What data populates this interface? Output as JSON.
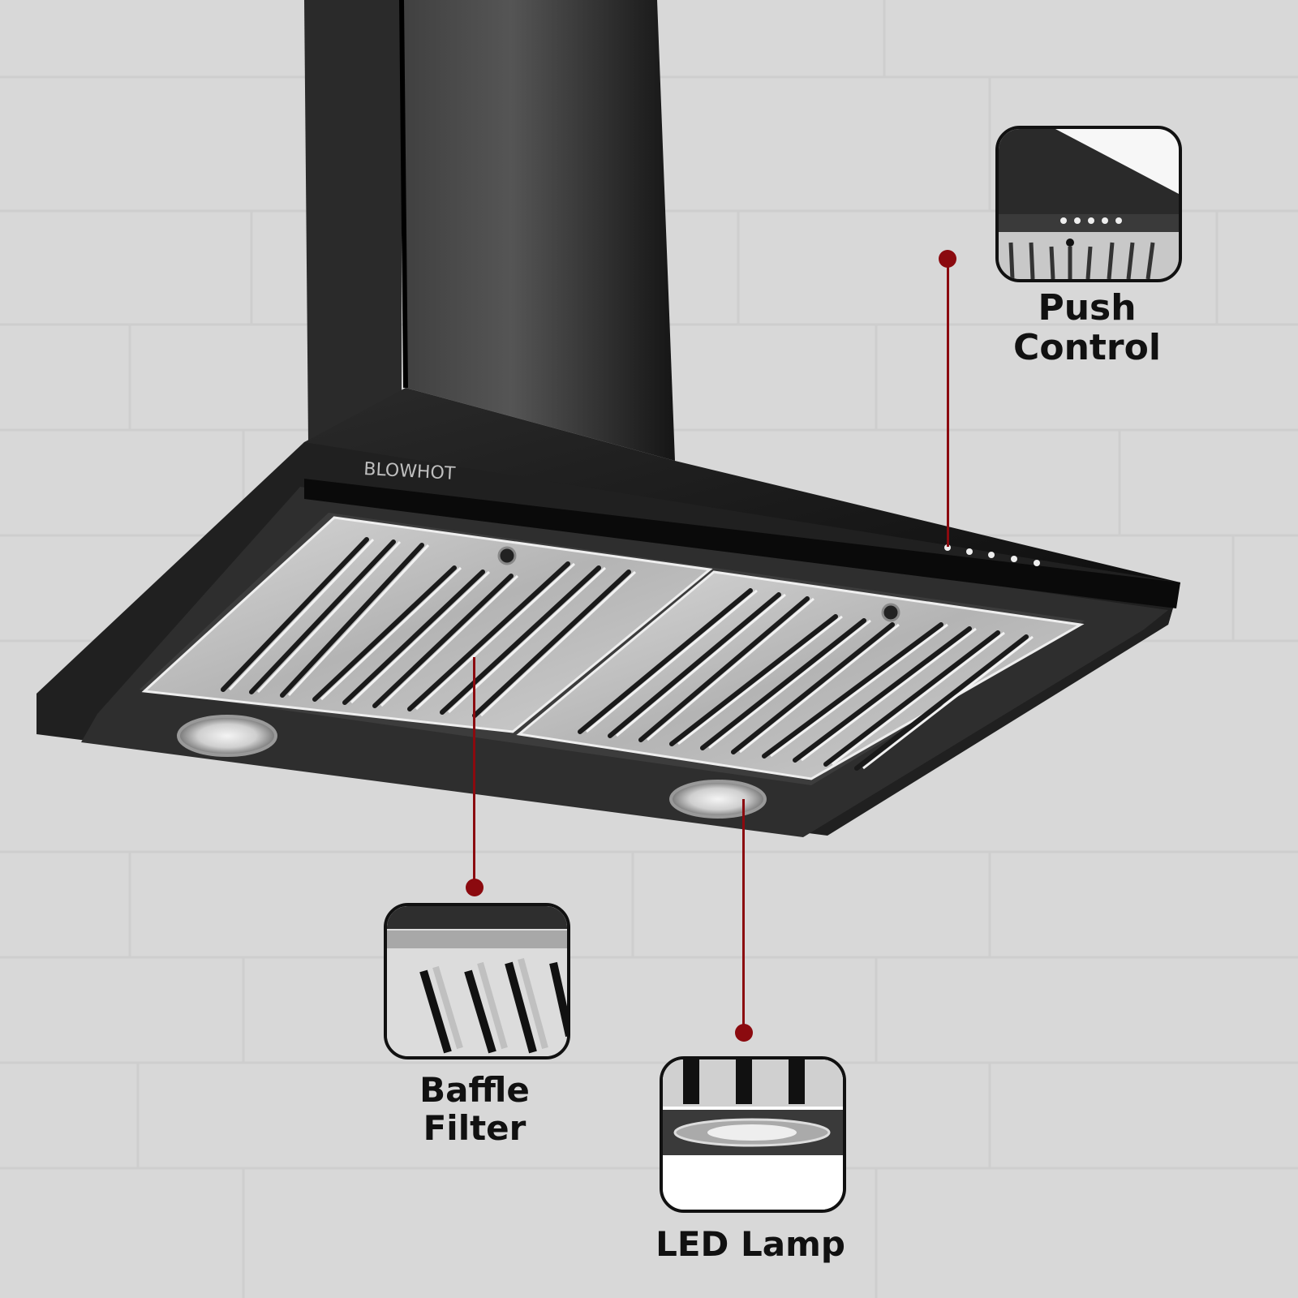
{
  "product": {
    "brand_logo": "BLOWHOT",
    "type": "wall-mounted chimney hood",
    "control_buttons": 5
  },
  "colors": {
    "wall": "#d8d8d8",
    "hood_body": "#1c1c1c",
    "filter_steel": "#bdbdbd",
    "callout": "#8b0a0f"
  },
  "callouts": [
    {
      "id": "push-control",
      "label_line1": "Push",
      "label_line2": "Control"
    },
    {
      "id": "baffle-filter",
      "label_line1": "Baffle",
      "label_line2": "Filter"
    },
    {
      "id": "led-lamp",
      "label_line1": "LED Lamp",
      "label_line2": ""
    }
  ]
}
